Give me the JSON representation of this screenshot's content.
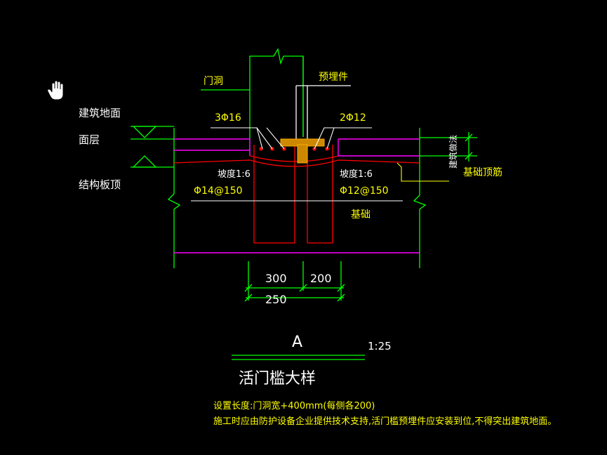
{
  "labels": {
    "door_opening": "门洞",
    "embedded_part": "预埋件",
    "building_floor": "建筑地面",
    "surface_layer": "面层",
    "slab_top": "结构板顶",
    "rebar_left": "3Φ16",
    "rebar_right": "2Φ12",
    "slope_left": "坡度1:6",
    "slope_right": "坡度1:6",
    "stirrup_left": "Φ14@150",
    "stirrup_right": "Φ12@150",
    "foundation": "基础",
    "foundation_top_rebar": "基础顶筋",
    "building_practice": "建筑做法"
  },
  "dimensions": {
    "d300": "300",
    "d200": "200",
    "d250": "250"
  },
  "title": {
    "letter": "A",
    "scale": "1:25",
    "name": "活门槛大样"
  },
  "notes": {
    "line1": "设置长度:门洞宽+400mm(每侧各200)",
    "line2": "施工时应由防护设备企业提供技术支持,活门槛预埋件应安装到位,不得突出建筑地面。"
  },
  "colors": {
    "background": "#000000",
    "green": "#00ff00",
    "red": "#ff0000",
    "magenta": "#ff00ff",
    "yellow": "#ffff00",
    "white": "#ffffff",
    "orange": "#ff9900"
  },
  "icons": {
    "cursor": "hand-cursor-icon"
  }
}
